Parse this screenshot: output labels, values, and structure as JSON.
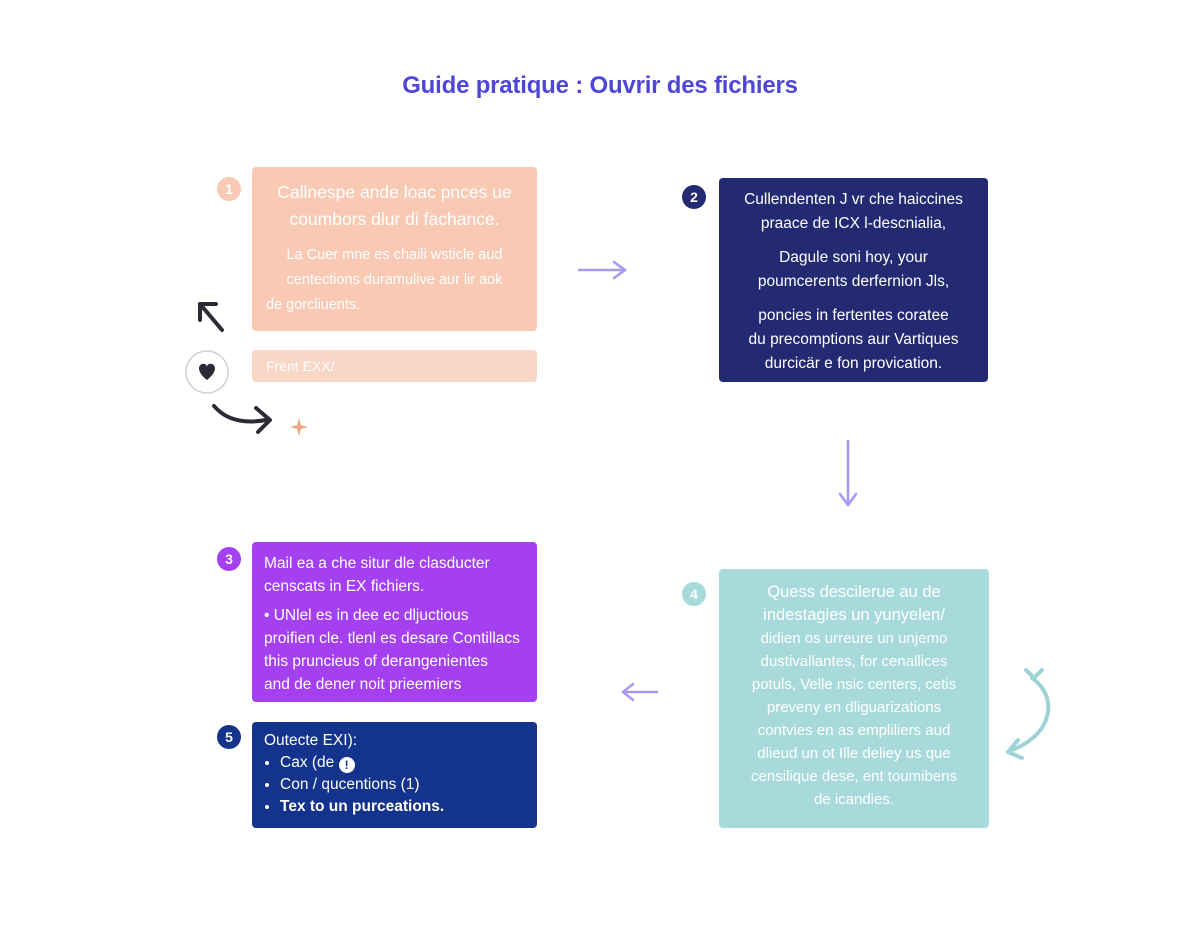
{
  "title": "Guide pratique : Ouvrir des fichiers",
  "colors": {
    "title": "#4f46d8",
    "step1": "#f9c9b4",
    "step2": "#232a72",
    "step3": "#a440f0",
    "step4": "#a9dadb",
    "step5": "#13338c",
    "arrow": "#a59af0"
  },
  "steps": [
    {
      "number": "1",
      "heading": [
        "Callnespe ande loac pnces ue",
        "coumbors dlur di fachance."
      ],
      "body": [
        "La Cuer mne es chaili wsticle aud",
        "centections duramulive aur lir aok",
        "de gorcliuents."
      ],
      "extra": "Frent EXX/"
    },
    {
      "number": "2",
      "lines": [
        "Cullendenten J vr che haiccines",
        "praace de ICX l-descnialia,",
        "Dagule soni hoy, your",
        "poumcerents derfernion Jls,",
        "poncies in fertentes coratee",
        "du precomptions aur Vartiques",
        "durcicär e fon provication."
      ]
    },
    {
      "number": "3",
      "lines": [
        "Mail ea a che situr dle clasducter",
        "censcats in EX fichiers.",
        "• UNlel es in dee ec dljuctious",
        "proifien cle. tlenl es desare Contillacs",
        "this pruncieus of derangenientes",
        "and de dener noit prieemiers"
      ]
    },
    {
      "number": "4",
      "lines": [
        "Quess descilerue au de",
        "indestagies un yunyelen/",
        "didien os urreure un unjemo",
        "dustivallantes, for cenallices",
        "potuls, Velle nsic centers, cetis",
        "preveny en dliguarizations",
        "contvies en as empliliers aud",
        "dlieud un ot Ille deliey us que",
        "censilique dese, ent toumibens",
        "de icandies."
      ]
    },
    {
      "number": "5",
      "heading": "Outecte EXI):",
      "bullets": [
        "Cax (de",
        "Con / qucentions (1)",
        "Tex to un purceations."
      ]
    }
  ]
}
